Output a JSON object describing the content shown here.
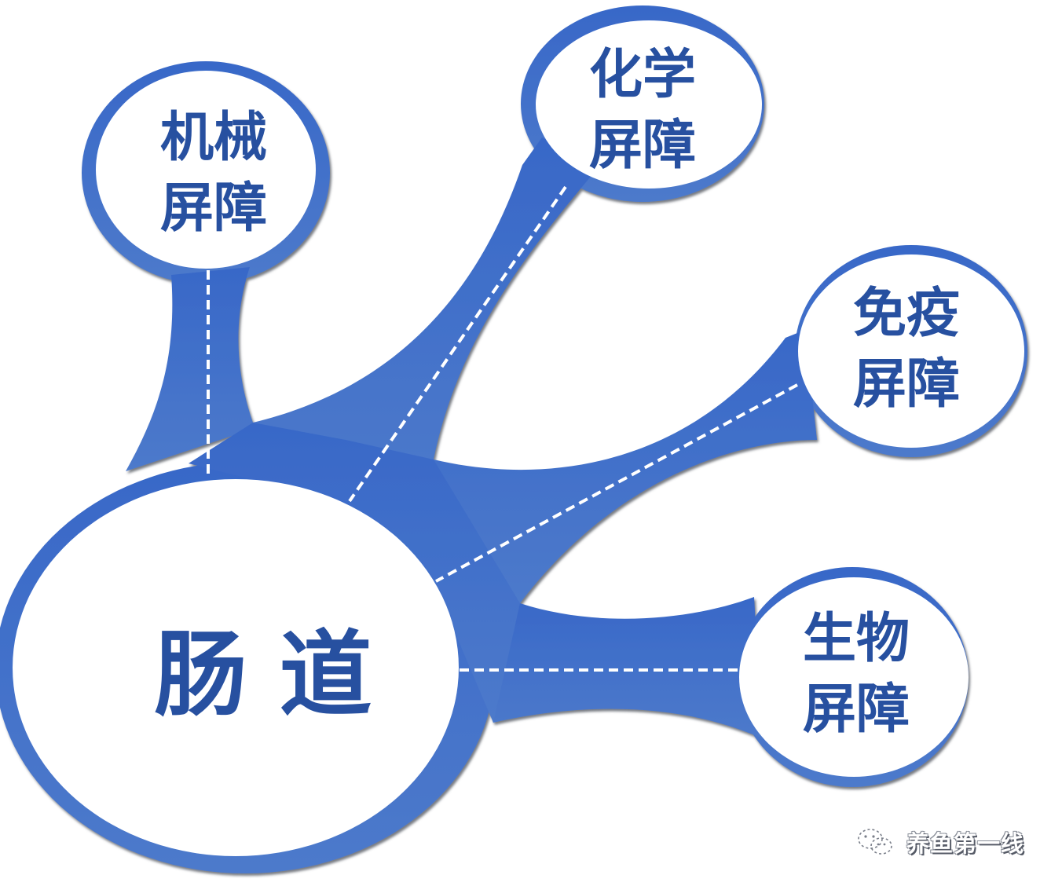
{
  "diagram": {
    "center": {
      "label": "肠 道"
    },
    "nodes": [
      {
        "id": "mechanical",
        "line1": "机械",
        "line2": "屏障"
      },
      {
        "id": "chemical",
        "line1": "化学",
        "line2": "屏障"
      },
      {
        "id": "immune",
        "line1": "免疫",
        "line2": "屏障"
      },
      {
        "id": "biological",
        "line1": "生物",
        "line2": "屏障"
      }
    ]
  },
  "watermark": {
    "text": "养鱼第一线",
    "icon": "wechat-icon"
  },
  "colors": {
    "branch_fill_top": "#3a6cc8",
    "branch_fill_bottom": "#4a78cc",
    "text": "#2750a0",
    "dash": "#ffffff",
    "background": "#ffffff"
  }
}
